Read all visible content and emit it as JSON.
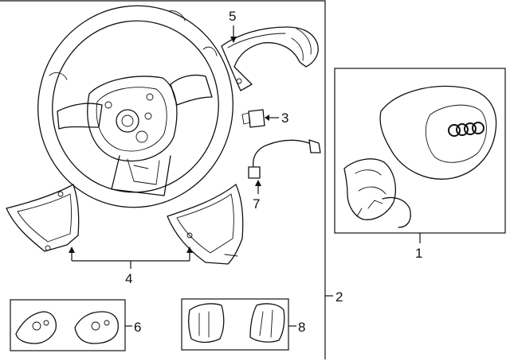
{
  "callouts": {
    "c1": "1",
    "c2": "2",
    "c3": "3",
    "c4": "4",
    "c5": "5",
    "c6": "6",
    "c7": "7",
    "c8": "8"
  },
  "airbag_logo_color": "#111111",
  "line_color": "#111111",
  "background_color": "#ffffff",
  "icons": [
    "steering-wheel",
    "trim-cover",
    "bolt",
    "wire-harness",
    "switch-bezel",
    "airbag-module",
    "clockspring",
    "control-switches",
    "cover-trims"
  ]
}
